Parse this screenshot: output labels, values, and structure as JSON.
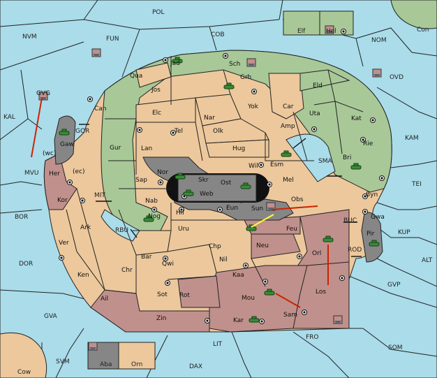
{
  "colors": {
    "sea": "#aadcea",
    "green": "#a8c898",
    "tan": "#ecc89c",
    "red": "#c0908c",
    "gray": "#868686",
    "border": "#222222",
    "arrow_red": "#cc2200",
    "arrow_yellow": "#ffff33"
  },
  "labels": {
    "sea": [
      "POL",
      "NVM",
      "FUN",
      "COB",
      "NOM",
      "Con",
      "OVD",
      "KAL",
      "KAM",
      "MVU",
      "GOR",
      "SMA",
      "TEI",
      "MIT",
      "BOR",
      "RBU",
      "BUC",
      "KUP",
      "ROD",
      "ALT",
      "DOR",
      "GVP",
      "GVA",
      "FRO",
      "SOM",
      "LIT",
      "SVM",
      "DAX",
      "Cow",
      "Elf",
      "Hel",
      "Aba",
      "Orn"
    ],
    "land": [
      "Jad",
      "Sch",
      "Qua",
      "Jos",
      "Grh",
      "Eld",
      "Can",
      "Yok",
      "Car",
      "Elc",
      "Nar",
      "Uta",
      "Kat",
      "GVG",
      "Tel",
      "Olk",
      "Amp",
      "Gur",
      "Lan",
      "Hug",
      "Rie",
      "Gaw",
      "Wil",
      "Esm",
      "Bri",
      "Her",
      "(wc)",
      "(ec)",
      "Nor",
      "Skr",
      "Ost",
      "Mel",
      "Sap",
      "Web",
      "Obs",
      "Byn",
      "Kor",
      "Nab",
      "Eun",
      "Sun",
      "Gwa",
      "Nog",
      "Hil",
      "Uru",
      "Feu",
      "Pir",
      "Ark",
      "Chp",
      "Neu",
      "Orl",
      "Ver",
      "Bar",
      "Qwi",
      "Nil",
      "Ken",
      "Chr",
      "Kaa",
      "Los",
      "Ail",
      "Rot",
      "Sot",
      "Mou",
      "Sam",
      "Zin",
      "Kar"
    ]
  },
  "unit_icons": [
    "army-icon",
    "fleet-icon"
  ],
  "order_arrows": [
    "move-arrow-red",
    "move-arrow-yellow"
  ]
}
